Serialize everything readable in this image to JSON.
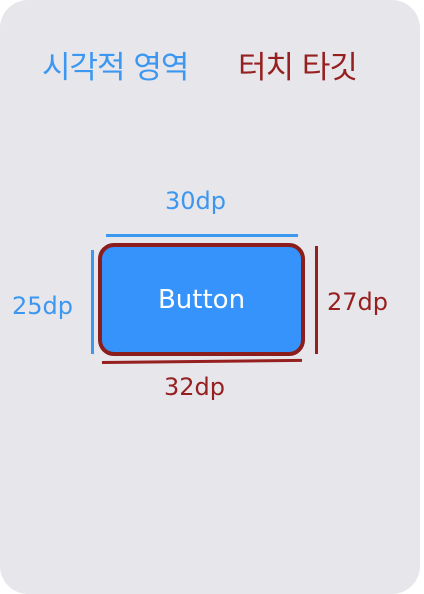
{
  "legend": {
    "visual_area": "시각적 영역",
    "touch_target": "터치 타깃"
  },
  "button": {
    "label": "Button"
  },
  "dimensions": {
    "visual_width": "30dp",
    "visual_height": "25dp",
    "touch_height": "27dp",
    "touch_width": "32dp"
  },
  "colors": {
    "visual": "#3b97f0",
    "touch": "#962020",
    "button_fill": "#3593fb",
    "background": "#e7e6eb"
  }
}
